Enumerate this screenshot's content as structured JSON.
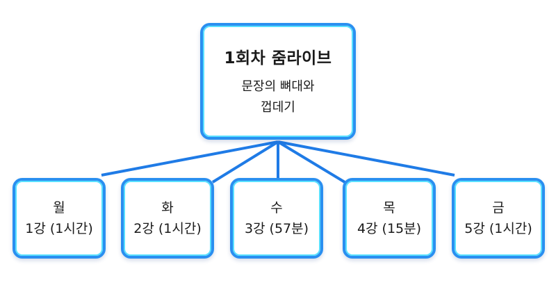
{
  "root": {
    "title": "1회차 줌라이브",
    "subtitle_line1": "문장의 뼈대와",
    "subtitle_line2": "껍데기"
  },
  "sessions": [
    {
      "day": "월",
      "detail": "1강 (1시간)"
    },
    {
      "day": "화",
      "detail": "2강 (1시간)"
    },
    {
      "day": "수",
      "detail": "3강 (57분)"
    },
    {
      "day": "목",
      "detail": "4강 (15분)"
    },
    {
      "day": "금",
      "detail": "5강 (1시간)"
    }
  ],
  "colors": {
    "border": "#2a8ff0",
    "glow": "#58e0ff",
    "connector": "#1f7be6"
  }
}
